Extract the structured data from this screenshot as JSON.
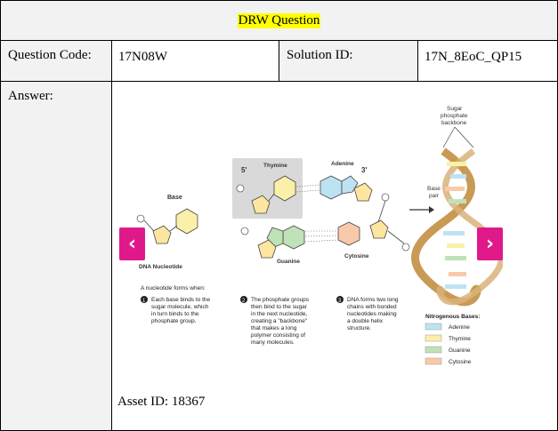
{
  "header": {
    "title": "DRW Question"
  },
  "meta": {
    "question_code_label": "Question Code:",
    "question_code": "17N08W",
    "solution_id_label": "Solution ID:",
    "solution_id": "17N_8EoC_QP15"
  },
  "answer": {
    "label": "Answer:",
    "asset_label": "Asset ID: 18367",
    "carousel": {
      "prev_icon": "chevron-left-icon",
      "next_icon": "chevron-right-icon",
      "accent": "#e0198b"
    }
  },
  "figure": {
    "base": "Base",
    "dna_nucleotide": "DNA Nucleotide",
    "thymine": "Thymine",
    "adenine": "Adenine",
    "guanine": "Guanine",
    "cytosine": "Cytosine",
    "five_prime": "5'",
    "three_prime": "3'",
    "backbone": [
      "Sugar",
      "phosphate",
      "backbone"
    ],
    "base_pair": [
      "Base",
      "pair"
    ],
    "step_intro": "A nucleotide forms when:",
    "step1": [
      "Each base binds to the",
      "sugar molecule, which",
      "in turn binds to the",
      "phosphate group."
    ],
    "step2": [
      "The phosphate groups",
      "then bind to the sugar",
      "in the next nucleotide,",
      "creating a \"backbone\"",
      "that makes a long",
      "polymer consisting of",
      "many molecules."
    ],
    "step3": [
      "DNA forms two long",
      "chains with bonded",
      "nucleotides making",
      "a double helix",
      "structure."
    ],
    "legend_title": "Nitrogenous Bases:",
    "legend": [
      {
        "label": "Adenine",
        "color": "#bde3f2"
      },
      {
        "label": "Thymine",
        "color": "#fbf0a9"
      },
      {
        "label": "Guanine",
        "color": "#bfe2b8"
      },
      {
        "label": "Cytosine",
        "color": "#f9c9ab"
      }
    ]
  }
}
